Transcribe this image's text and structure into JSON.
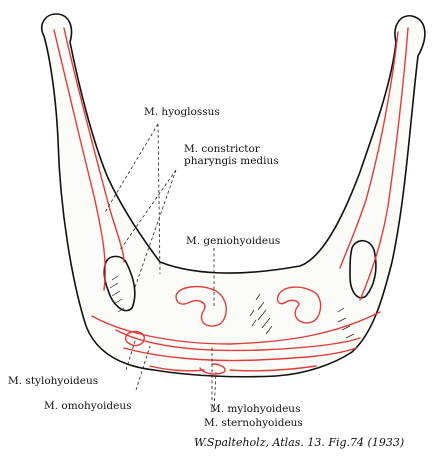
{
  "labels": {
    "hyoglossus": "M. hyoglossus",
    "constrictor_line1": "M. constrictor",
    "constrictor_line2": "pharyngis medius",
    "geniohyoideus": "M. geniohyoideus",
    "stylohyoideus": "M. stylohyoideus",
    "omohyoideus": "M. omohyoideus",
    "mylohyoideus": "M. mylohyoideus",
    "sternohyoideus": "M. sternohyoideus"
  },
  "caption": "W.Spalteholz, Atlas. 13. Fig.74 (1933)",
  "colors": {
    "muscle_attachment": "#e23c3c",
    "outline": "#111111",
    "bone_fill": "#fbfbf8"
  }
}
